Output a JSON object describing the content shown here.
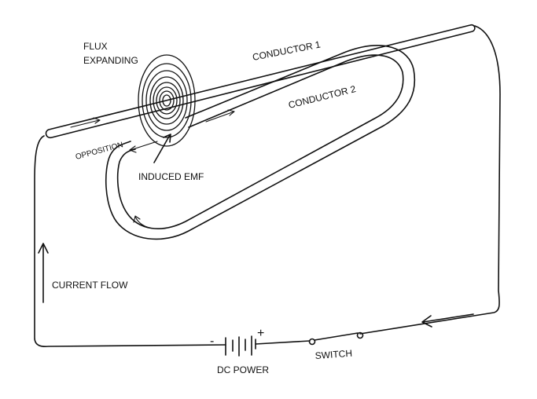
{
  "labels": {
    "flux_line1": "FLUX",
    "flux_line2": "EXPANDING",
    "conductor1": "CONDUCTOR 1",
    "conductor2": "CONDUCTOR 2",
    "opposition": "OPPOSITION",
    "induced_emf": "INDUCED EMF",
    "current_flow": "CURRENT FLOW",
    "dc_power": "DC POWER",
    "switch": "SWITCH",
    "minus": "-",
    "plus": "+"
  }
}
